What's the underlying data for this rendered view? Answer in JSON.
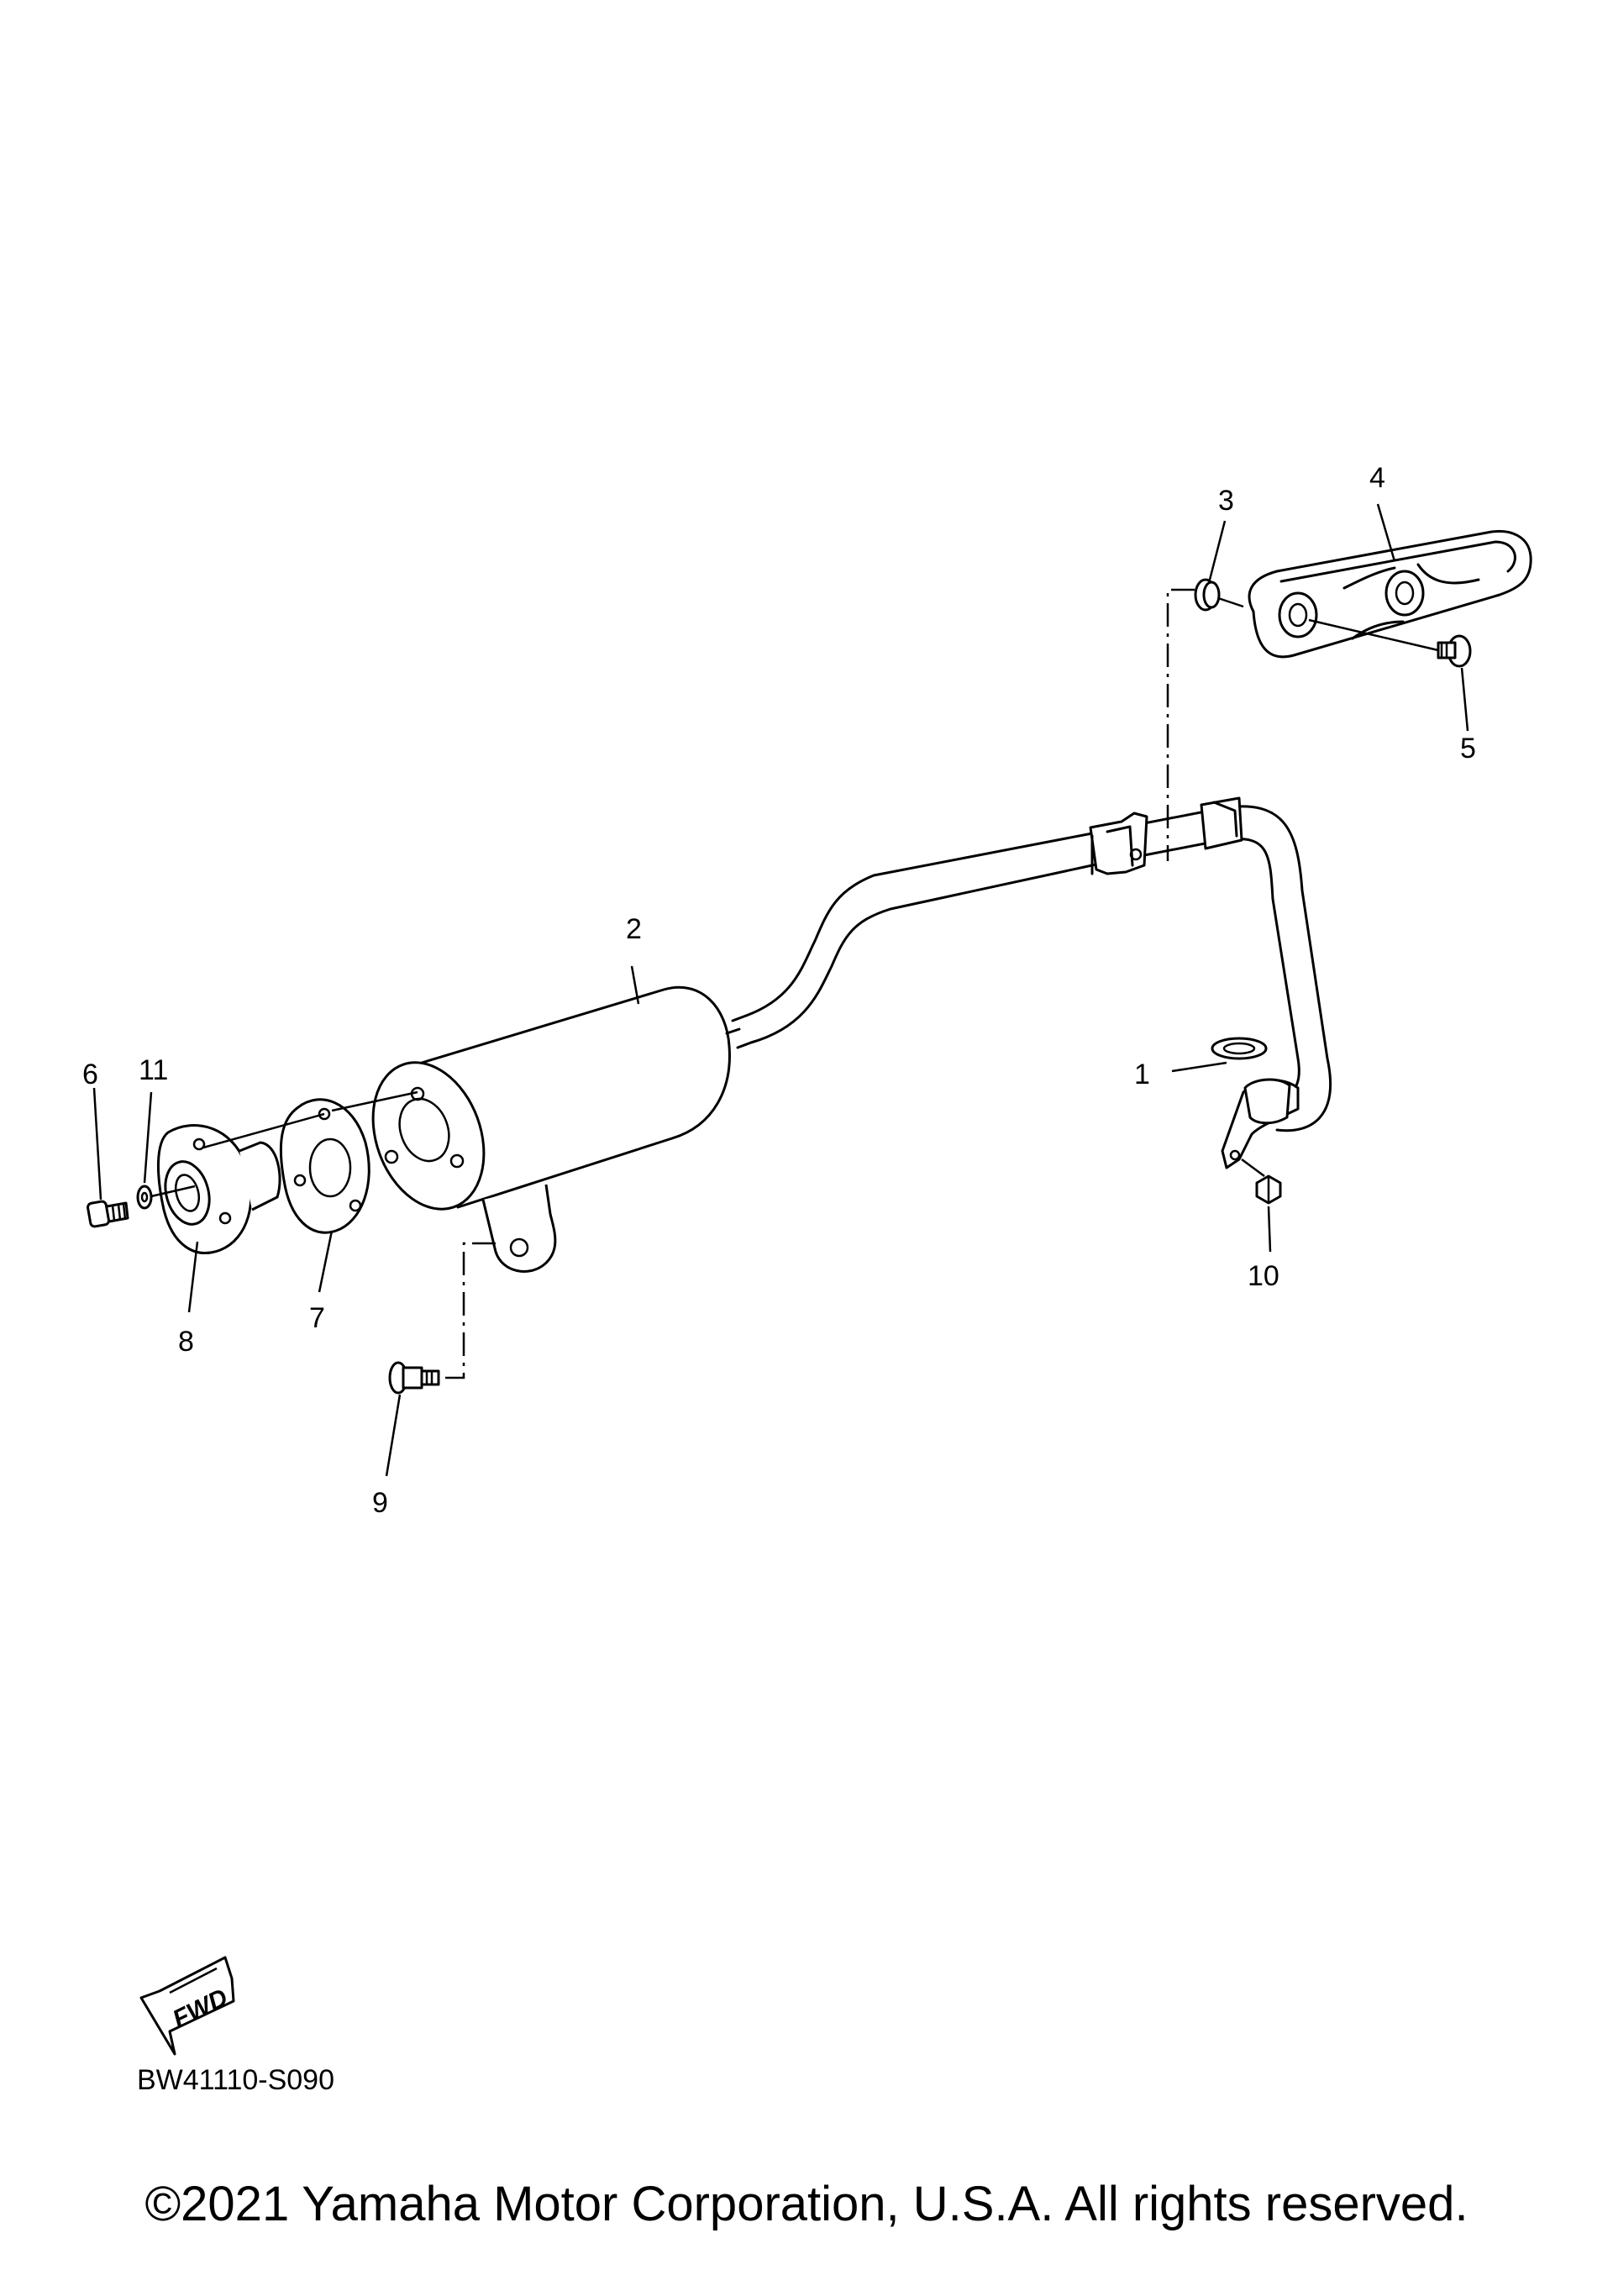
{
  "callouts": {
    "c1": "1",
    "c2": "2",
    "c3": "3",
    "c4": "4",
    "c5": "5",
    "c6": "6",
    "c7": "7",
    "c8": "8",
    "c9": "9",
    "c10": "10",
    "c11": "11"
  },
  "fwd_label": "FWD",
  "diagram_code": "BW41110-S090",
  "copyright": "©2021 Yamaha Motor Corporation, U.S.A. All rights reserved."
}
